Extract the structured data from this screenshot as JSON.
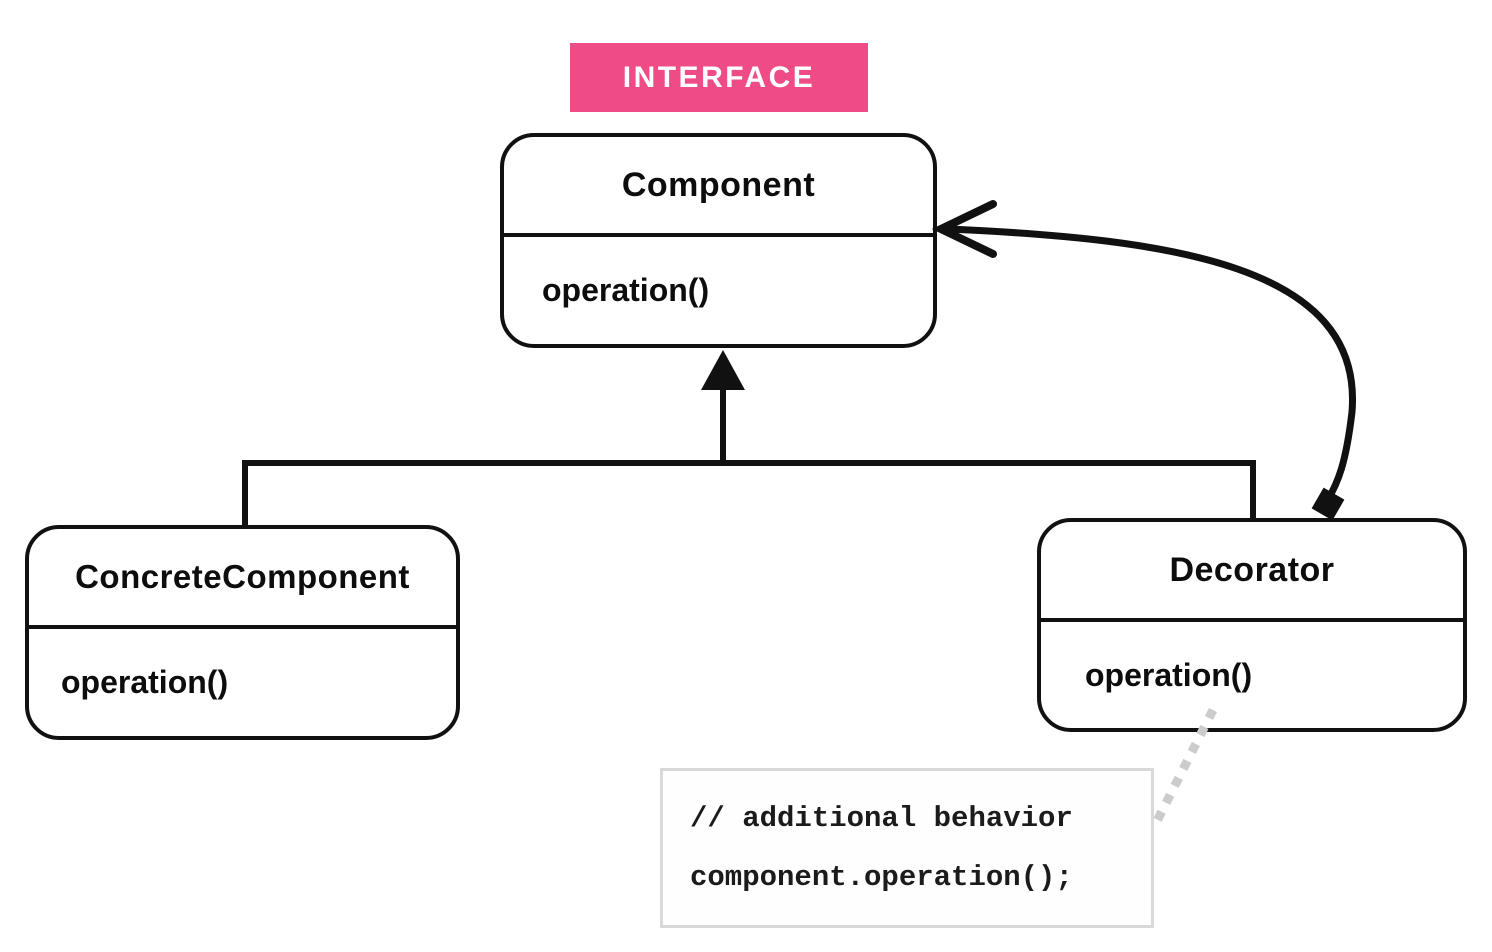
{
  "badge": {
    "label": "INTERFACE"
  },
  "classes": {
    "component": {
      "name": "Component",
      "method": "operation()"
    },
    "concrete_component": {
      "name": "ConcreteComponent",
      "method": "operation()"
    },
    "decorator": {
      "name": "Decorator",
      "method": "operation()"
    }
  },
  "note": {
    "lines": [
      "// additional behavior",
      "component.operation();"
    ]
  },
  "relationships": [
    {
      "id": "generalization",
      "from": "ConcreteComponent, Decorator",
      "to": "Component",
      "marker": "filled-triangle-arrowhead",
      "line": "solid"
    },
    {
      "id": "composition",
      "from": "Decorator",
      "to": "Component",
      "marker": "filled-diamond-at-decorator, open-arrowhead-at-component",
      "line": "solid-curved"
    },
    {
      "id": "note-link",
      "from": "Decorator.operation()",
      "to": "code-note",
      "marker": "none",
      "line": "dotted"
    }
  ],
  "colors": {
    "badge_bg": "#EF4C87",
    "badge_fg": "#FFFFFF",
    "stroke": "#111111",
    "note_border": "#D9D9D9",
    "dotted_link": "#CCCCCC"
  }
}
